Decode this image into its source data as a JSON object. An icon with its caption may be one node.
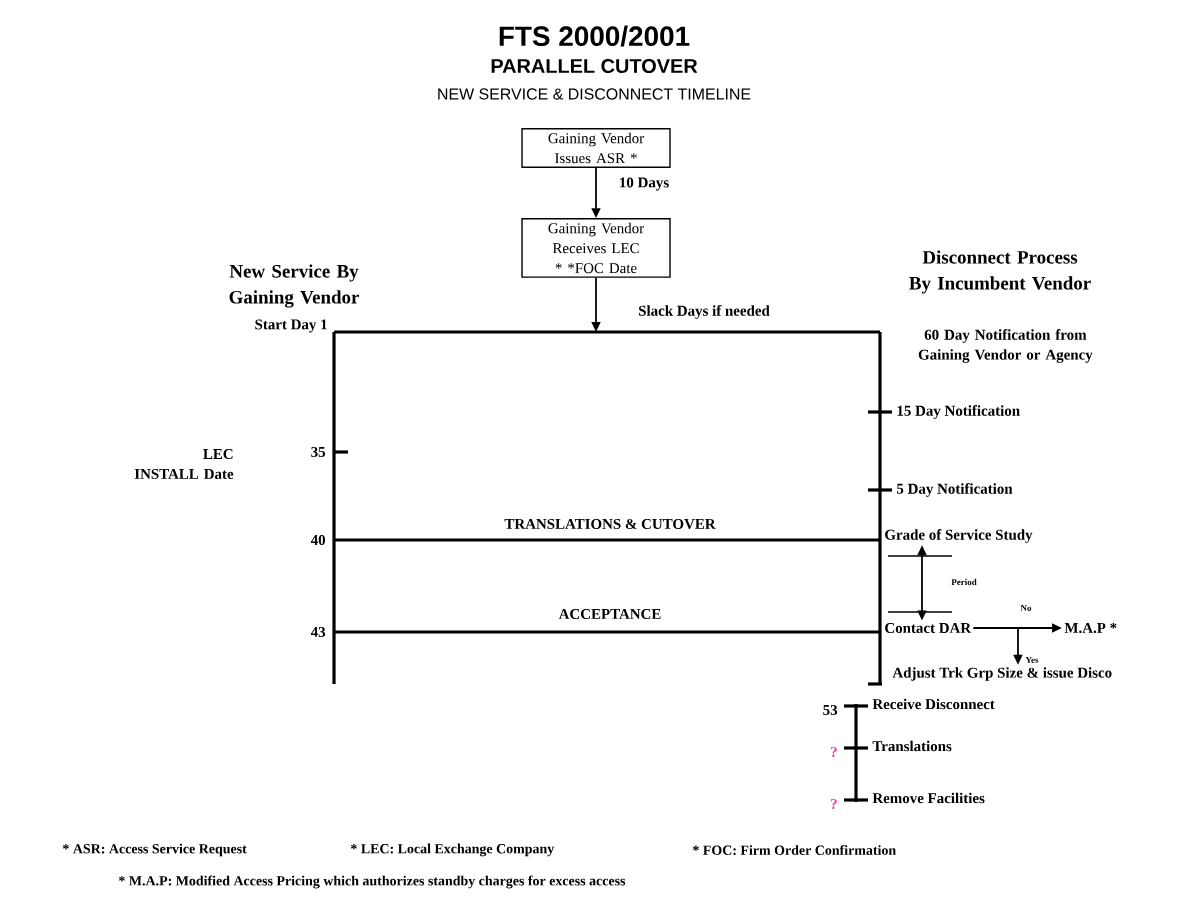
{
  "diagram": {
    "title": "FTS 2000/2001",
    "nodes": [
      {
        "text": [
          "Gaining Vendor Issues ASR *"
        ]
      },
      {
        "text": [
          "Gaining Vendor Receives LEC * *FOC Date"
        ]
      },
      {
        "text": [
          "Grade of Service Study"
        ]
      },
      {
        "text": [
          "Contact DAR"
        ]
      },
      {
        "text": [
          "M.A.P *"
        ]
      },
      {
        "text": [
          "Adjust Trk Grp Size & issue Disco"
        ]
      }
    ],
    "edges": [
      {
        "from": 0,
        "to": 1,
        "arrow": "to",
        "label": "10 Days"
      },
      {
        "from": 1,
        "to": null,
        "arrow": "to",
        "label": "Slack Days if needed"
      },
      {
        "from": 2,
        "to": 3,
        "arrow": "both",
        "label": "Period"
      },
      {
        "from": 3,
        "to": 4,
        "arrow": "to",
        "label": "No"
      },
      {
        "from": 3,
        "to": 5,
        "arrow": "to",
        "label": "Yes"
      }
    ],
    "labels": [
      "PARALLEL CUTOVER",
      "NEW SERVICE & DISCONNECT TIMELINE",
      "New Service By Gaining Vendor",
      "Disconnect Process By Incumbent Vendor",
      "Start Day 1",
      "60 Day Notification from Gaining Vendor or Agency",
      "LEC INSTALL Date",
      "35",
      "15 Day Notification",
      "5 Day Notification",
      "40",
      "TRANSLATIONS & CUTOVER",
      "43",
      "ACCEPTANCE",
      "53",
      "Receive Disconnect",
      "?",
      "Translations",
      "?",
      "Remove Facilities",
      "* ASR: Access Service Request",
      "* LEC: Local Exchange Company",
      "* FOC: Firm Order Confirmation",
      "* M.A.P: Modified Access Pricing which authorizes standby charges for excess access"
    ]
  }
}
